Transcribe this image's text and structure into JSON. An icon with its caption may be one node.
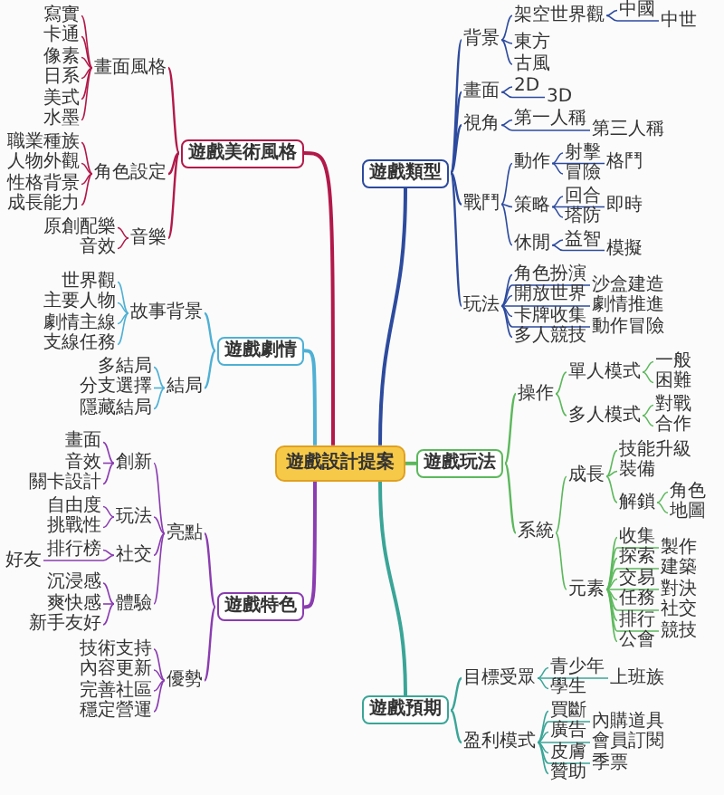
{
  "diagram": {
    "nodes": [
      {
        "text": [
          "遊戲設計提案"
        ]
      },
      {
        "text": [
          "遊戲類型"
        ]
      },
      {
        "text": [
          "背景"
        ]
      },
      {
        "text": [
          "架空世界觀"
        ]
      },
      {
        "text": [
          "中國"
        ]
      },
      {
        "text": [
          "中世"
        ]
      },
      {
        "text": [
          "東方"
        ]
      },
      {
        "text": [
          "古風"
        ]
      },
      {
        "text": [
          "畫面"
        ]
      },
      {
        "text": [
          "2D"
        ]
      },
      {
        "text": [
          "3D"
        ]
      },
      {
        "text": [
          "視角"
        ]
      },
      {
        "text": [
          "第一人稱"
        ]
      },
      {
        "text": [
          "第三人稱"
        ]
      },
      {
        "text": [
          "戰鬥"
        ]
      },
      {
        "text": [
          "動作"
        ]
      },
      {
        "text": [
          "射擊"
        ]
      },
      {
        "text": [
          "格鬥"
        ]
      },
      {
        "text": [
          "冒險"
        ]
      },
      {
        "text": [
          "策略"
        ]
      },
      {
        "text": [
          "回合"
        ]
      },
      {
        "text": [
          "即時"
        ]
      },
      {
        "text": [
          "塔防"
        ]
      },
      {
        "text": [
          "休閒"
        ]
      },
      {
        "text": [
          "益智"
        ]
      },
      {
        "text": [
          "模擬"
        ]
      },
      {
        "text": [
          "玩法"
        ]
      },
      {
        "text": [
          "角色扮演"
        ]
      },
      {
        "text": [
          "沙盒建造"
        ]
      },
      {
        "text": [
          "開放世界"
        ]
      },
      {
        "text": [
          "劇情推進"
        ]
      },
      {
        "text": [
          "卡牌收集"
        ]
      },
      {
        "text": [
          "動作冒險"
        ]
      },
      {
        "text": [
          "多人競技"
        ]
      },
      {
        "text": [
          "遊戲玩法"
        ]
      },
      {
        "text": [
          "操作"
        ]
      },
      {
        "text": [
          "單人模式"
        ]
      },
      {
        "text": [
          "一般"
        ]
      },
      {
        "text": [
          "困難"
        ]
      },
      {
        "text": [
          "多人模式"
        ]
      },
      {
        "text": [
          "對戰"
        ]
      },
      {
        "text": [
          "合作"
        ]
      },
      {
        "text": [
          "系統"
        ]
      },
      {
        "text": [
          "成長"
        ]
      },
      {
        "text": [
          "技能升級"
        ]
      },
      {
        "text": [
          "裝備"
        ]
      },
      {
        "text": [
          "解鎖"
        ]
      },
      {
        "text": [
          "角色"
        ]
      },
      {
        "text": [
          "地圖"
        ]
      },
      {
        "text": [
          "元素"
        ]
      },
      {
        "text": [
          "收集"
        ]
      },
      {
        "text": [
          "製作"
        ]
      },
      {
        "text": [
          "探索"
        ]
      },
      {
        "text": [
          "建築"
        ]
      },
      {
        "text": [
          "交易"
        ]
      },
      {
        "text": [
          "對決"
        ]
      },
      {
        "text": [
          "任務"
        ]
      },
      {
        "text": [
          "社交"
        ]
      },
      {
        "text": [
          "排行"
        ]
      },
      {
        "text": [
          "競技"
        ]
      },
      {
        "text": [
          "公會"
        ]
      },
      {
        "text": [
          "遊戲預期"
        ]
      },
      {
        "text": [
          "目標受眾"
        ]
      },
      {
        "text": [
          "青少年"
        ]
      },
      {
        "text": [
          "上班族"
        ]
      },
      {
        "text": [
          "學生"
        ]
      },
      {
        "text": [
          "盈利模式"
        ]
      },
      {
        "text": [
          "買斷"
        ]
      },
      {
        "text": [
          "內購道具"
        ]
      },
      {
        "text": [
          "廣告"
        ]
      },
      {
        "text": [
          "會員訂閱"
        ]
      },
      {
        "text": [
          "皮膚"
        ]
      },
      {
        "text": [
          "季票"
        ]
      },
      {
        "text": [
          "贊助"
        ]
      },
      {
        "text": [
          "遊戲美術風格"
        ]
      },
      {
        "text": [
          "畫面風格"
        ]
      },
      {
        "text": [
          "寫實"
        ]
      },
      {
        "text": [
          "卡通"
        ]
      },
      {
        "text": [
          "像素"
        ]
      },
      {
        "text": [
          "日系"
        ]
      },
      {
        "text": [
          "美式"
        ]
      },
      {
        "text": [
          "水墨"
        ]
      },
      {
        "text": [
          "角色設定"
        ]
      },
      {
        "text": [
          "職業種族"
        ]
      },
      {
        "text": [
          "人物外觀"
        ]
      },
      {
        "text": [
          "性格背景"
        ]
      },
      {
        "text": [
          "成長能力"
        ]
      },
      {
        "text": [
          "音樂"
        ]
      },
      {
        "text": [
          "原創配樂"
        ]
      },
      {
        "text": [
          "音效"
        ]
      },
      {
        "text": [
          "遊戲劇情"
        ]
      },
      {
        "text": [
          "故事背景"
        ]
      },
      {
        "text": [
          "世界觀"
        ]
      },
      {
        "text": [
          "主要人物"
        ]
      },
      {
        "text": [
          "劇情主線"
        ]
      },
      {
        "text": [
          "支線任務"
        ]
      },
      {
        "text": [
          "結局"
        ]
      },
      {
        "text": [
          "多結局"
        ]
      },
      {
        "text": [
          "分支選擇"
        ]
      },
      {
        "text": [
          "隱藏結局"
        ]
      },
      {
        "text": [
          "遊戲特色"
        ]
      },
      {
        "text": [
          "亮點"
        ]
      },
      {
        "text": [
          "創新"
        ]
      },
      {
        "text": [
          "畫面"
        ]
      },
      {
        "text": [
          "音效"
        ]
      },
      {
        "text": [
          "關卡設計"
        ]
      },
      {
        "text": [
          "玩法"
        ]
      },
      {
        "text": [
          "自由度"
        ]
      },
      {
        "text": [
          "挑戰性"
        ]
      },
      {
        "text": [
          "社交"
        ]
      },
      {
        "text": [
          "排行榜"
        ]
      },
      {
        "text": [
          "好友"
        ]
      },
      {
        "text": [
          "體驗"
        ]
      },
      {
        "text": [
          "沉浸感"
        ]
      },
      {
        "text": [
          "爽快感"
        ]
      },
      {
        "text": [
          "新手友好"
        ]
      },
      {
        "text": [
          "優勢"
        ]
      },
      {
        "text": [
          "技術支持"
        ]
      },
      {
        "text": [
          "內容更新"
        ]
      },
      {
        "text": [
          "完善社區"
        ]
      },
      {
        "text": [
          "穩定營運"
        ]
      }
    ],
    "edges": [
      {
        "from": 0,
        "to": 1,
        "arrow": "none",
        "color": "#2d4b9e"
      },
      {
        "from": 1,
        "to": 2,
        "arrow": "none",
        "color": "#2d4b9e"
      },
      {
        "from": 2,
        "to": 3,
        "arrow": "none",
        "color": "#2d4b9e"
      },
      {
        "from": 3,
        "to": 4,
        "arrow": "none",
        "color": "#2d4b9e"
      },
      {
        "from": 3,
        "to": 5,
        "arrow": "none",
        "color": "#2d4b9e"
      },
      {
        "from": 2,
        "to": 6,
        "arrow": "none",
        "color": "#2d4b9e"
      },
      {
        "from": 2,
        "to": 7,
        "arrow": "none",
        "color": "#2d4b9e"
      },
      {
        "from": 1,
        "to": 8,
        "arrow": "none",
        "color": "#2d4b9e"
      },
      {
        "from": 8,
        "to": 9,
        "arrow": "none",
        "color": "#2d4b9e"
      },
      {
        "from": 8,
        "to": 10,
        "arrow": "none",
        "color": "#2d4b9e"
      },
      {
        "from": 1,
        "to": 11,
        "arrow": "none",
        "color": "#2d4b9e"
      },
      {
        "from": 11,
        "to": 12,
        "arrow": "none",
        "color": "#2d4b9e"
      },
      {
        "from": 11,
        "to": 13,
        "arrow": "none",
        "color": "#2d4b9e"
      },
      {
        "from": 1,
        "to": 14,
        "arrow": "none",
        "color": "#2d4b9e"
      },
      {
        "from": 14,
        "to": 15,
        "arrow": "none",
        "color": "#2d4b9e"
      },
      {
        "from": 15,
        "to": 16,
        "arrow": "none",
        "color": "#2d4b9e"
      },
      {
        "from": 15,
        "to": 17,
        "arrow": "none",
        "color": "#2d4b9e"
      },
      {
        "from": 15,
        "to": 18,
        "arrow": "none",
        "color": "#2d4b9e"
      },
      {
        "from": 14,
        "to": 19,
        "arrow": "none",
        "color": "#2d4b9e"
      },
      {
        "from": 19,
        "to": 20,
        "arrow": "none",
        "color": "#2d4b9e"
      },
      {
        "from": 19,
        "to": 21,
        "arrow": "none",
        "color": "#2d4b9e"
      },
      {
        "from": 19,
        "to": 22,
        "arrow": "none",
        "color": "#2d4b9e"
      },
      {
        "from": 14,
        "to": 23,
        "arrow": "none",
        "color": "#2d4b9e"
      },
      {
        "from": 23,
        "to": 24,
        "arrow": "none",
        "color": "#2d4b9e"
      },
      {
        "from": 23,
        "to": 25,
        "arrow": "none",
        "color": "#2d4b9e"
      },
      {
        "from": 1,
        "to": 26,
        "arrow": "none",
        "color": "#2d4b9e"
      },
      {
        "from": 26,
        "to": 27,
        "arrow": "none",
        "color": "#2d4b9e"
      },
      {
        "from": 26,
        "to": 28,
        "arrow": "none",
        "color": "#2d4b9e"
      },
      {
        "from": 26,
        "to": 29,
        "arrow": "none",
        "color": "#2d4b9e"
      },
      {
        "from": 26,
        "to": 30,
        "arrow": "none",
        "color": "#2d4b9e"
      },
      {
        "from": 26,
        "to": 31,
        "arrow": "none",
        "color": "#2d4b9e"
      },
      {
        "from": 26,
        "to": 32,
        "arrow": "none",
        "color": "#2d4b9e"
      },
      {
        "from": 26,
        "to": 33,
        "arrow": "none",
        "color": "#2d4b9e"
      },
      {
        "from": 0,
        "to": 34,
        "arrow": "none",
        "color": "#5cb85c"
      },
      {
        "from": 34,
        "to": 35,
        "arrow": "none",
        "color": "#5cb85c"
      },
      {
        "from": 35,
        "to": 36,
        "arrow": "none",
        "color": "#5cb85c"
      },
      {
        "from": 36,
        "to": 37,
        "arrow": "none",
        "color": "#5cb85c"
      },
      {
        "from": 36,
        "to": 38,
        "arrow": "none",
        "color": "#5cb85c"
      },
      {
        "from": 35,
        "to": 39,
        "arrow": "none",
        "color": "#5cb85c"
      },
      {
        "from": 39,
        "to": 40,
        "arrow": "none",
        "color": "#5cb85c"
      },
      {
        "from": 39,
        "to": 41,
        "arrow": "none",
        "color": "#5cb85c"
      },
      {
        "from": 34,
        "to": 42,
        "arrow": "none",
        "color": "#5cb85c"
      },
      {
        "from": 42,
        "to": 43,
        "arrow": "none",
        "color": "#5cb85c"
      },
      {
        "from": 43,
        "to": 44,
        "arrow": "none",
        "color": "#5cb85c"
      },
      {
        "from": 43,
        "to": 45,
        "arrow": "none",
        "color": "#5cb85c"
      },
      {
        "from": 43,
        "to": 46,
        "arrow": "none",
        "color": "#5cb85c"
      },
      {
        "from": 46,
        "to": 47,
        "arrow": "none",
        "color": "#5cb85c"
      },
      {
        "from": 46,
        "to": 48,
        "arrow": "none",
        "color": "#5cb85c"
      },
      {
        "from": 42,
        "to": 49,
        "arrow": "none",
        "color": "#5cb85c"
      },
      {
        "from": 49,
        "to": 50,
        "arrow": "none",
        "color": "#5cb85c"
      },
      {
        "from": 49,
        "to": 51,
        "arrow": "none",
        "color": "#5cb85c"
      },
      {
        "from": 49,
        "to": 52,
        "arrow": "none",
        "color": "#5cb85c"
      },
      {
        "from": 49,
        "to": 53,
        "arrow": "none",
        "color": "#5cb85c"
      },
      {
        "from": 49,
        "to": 54,
        "arrow": "none",
        "color": "#5cb85c"
      },
      {
        "from": 49,
        "to": 55,
        "arrow": "none",
        "color": "#5cb85c"
      },
      {
        "from": 49,
        "to": 56,
        "arrow": "none",
        "color": "#5cb85c"
      },
      {
        "from": 49,
        "to": 57,
        "arrow": "none",
        "color": "#5cb85c"
      },
      {
        "from": 49,
        "to": 58,
        "arrow": "none",
        "color": "#5cb85c"
      },
      {
        "from": 49,
        "to": 59,
        "arrow": "none",
        "color": "#5cb85c"
      },
      {
        "from": 49,
        "to": 60,
        "arrow": "none",
        "color": "#5cb85c"
      },
      {
        "from": 0,
        "to": 61,
        "arrow": "none",
        "color": "#3aa597"
      },
      {
        "from": 61,
        "to": 62,
        "arrow": "none",
        "color": "#3aa597"
      },
      {
        "from": 62,
        "to": 63,
        "arrow": "none",
        "color": "#3aa597"
      },
      {
        "from": 62,
        "to": 64,
        "arrow": "none",
        "color": "#3aa597"
      },
      {
        "from": 62,
        "to": 65,
        "arrow": "none",
        "color": "#3aa597"
      },
      {
        "from": 61,
        "to": 66,
        "arrow": "none",
        "color": "#3aa597"
      },
      {
        "from": 66,
        "to": 67,
        "arrow": "none",
        "color": "#3aa597"
      },
      {
        "from": 66,
        "to": 68,
        "arrow": "none",
        "color": "#3aa597"
      },
      {
        "from": 66,
        "to": 69,
        "arrow": "none",
        "color": "#3aa597"
      },
      {
        "from": 66,
        "to": 70,
        "arrow": "none",
        "color": "#3aa597"
      },
      {
        "from": 66,
        "to": 71,
        "arrow": "none",
        "color": "#3aa597"
      },
      {
        "from": 66,
        "to": 72,
        "arrow": "none",
        "color": "#3aa597"
      },
      {
        "from": 66,
        "to": 73,
        "arrow": "none",
        "color": "#3aa597"
      },
      {
        "from": 0,
        "to": 74,
        "arrow": "none",
        "color": "#b2194a"
      },
      {
        "from": 74,
        "to": 75,
        "arrow": "none",
        "color": "#b2194a"
      },
      {
        "from": 75,
        "to": 76,
        "arrow": "none",
        "color": "#b2194a"
      },
      {
        "from": 75,
        "to": 77,
        "arrow": "none",
        "color": "#b2194a"
      },
      {
        "from": 75,
        "to": 78,
        "arrow": "none",
        "color": "#b2194a"
      },
      {
        "from": 75,
        "to": 79,
        "arrow": "none",
        "color": "#b2194a"
      },
      {
        "from": 75,
        "to": 80,
        "arrow": "none",
        "color": "#b2194a"
      },
      {
        "from": 75,
        "to": 81,
        "arrow": "none",
        "color": "#b2194a"
      },
      {
        "from": 74,
        "to": 82,
        "arrow": "none",
        "color": "#b2194a"
      },
      {
        "from": 82,
        "to": 83,
        "arrow": "none",
        "color": "#b2194a"
      },
      {
        "from": 82,
        "to": 84,
        "arrow": "none",
        "color": "#b2194a"
      },
      {
        "from": 82,
        "to": 85,
        "arrow": "none",
        "color": "#b2194a"
      },
      {
        "from": 82,
        "to": 86,
        "arrow": "none",
        "color": "#b2194a"
      },
      {
        "from": 74,
        "to": 87,
        "arrow": "none",
        "color": "#b2194a"
      },
      {
        "from": 87,
        "to": 88,
        "arrow": "none",
        "color": "#b2194a"
      },
      {
        "from": 87,
        "to": 89,
        "arrow": "none",
        "color": "#b2194a"
      },
      {
        "from": 0,
        "to": 90,
        "arrow": "none",
        "color": "#4fb0d4"
      },
      {
        "from": 90,
        "to": 91,
        "arrow": "none",
        "color": "#4fb0d4"
      },
      {
        "from": 91,
        "to": 92,
        "arrow": "none",
        "color": "#4fb0d4"
      },
      {
        "from": 91,
        "to": 93,
        "arrow": "none",
        "color": "#4fb0d4"
      },
      {
        "from": 91,
        "to": 94,
        "arrow": "none",
        "color": "#4fb0d4"
      },
      {
        "from": 91,
        "to": 95,
        "arrow": "none",
        "color": "#4fb0d4"
      },
      {
        "from": 90,
        "to": 96,
        "arrow": "none",
        "color": "#4fb0d4"
      },
      {
        "from": 96,
        "to": 97,
        "arrow": "none",
        "color": "#4fb0d4"
      },
      {
        "from": 96,
        "to": 98,
        "arrow": "none",
        "color": "#4fb0d4"
      },
      {
        "from": 96,
        "to": 99,
        "arrow": "none",
        "color": "#4fb0d4"
      },
      {
        "from": 0,
        "to": 100,
        "arrow": "none",
        "color": "#8a3cb0"
      },
      {
        "from": 100,
        "to": 101,
        "arrow": "none",
        "color": "#8a3cb0"
      },
      {
        "from": 101,
        "to": 102,
        "arrow": "none",
        "color": "#8a3cb0"
      },
      {
        "from": 102,
        "to": 103,
        "arrow": "none",
        "color": "#8a3cb0"
      },
      {
        "from": 102,
        "to": 104,
        "arrow": "none",
        "color": "#8a3cb0"
      },
      {
        "from": 102,
        "to": 105,
        "arrow": "none",
        "color": "#8a3cb0"
      },
      {
        "from": 101,
        "to": 106,
        "arrow": "none",
        "color": "#8a3cb0"
      },
      {
        "from": 106,
        "to": 107,
        "arrow": "none",
        "color": "#8a3cb0"
      },
      {
        "from": 106,
        "to": 108,
        "arrow": "none",
        "color": "#8a3cb0"
      },
      {
        "from": 101,
        "to": 109,
        "arrow": "none",
        "color": "#8a3cb0"
      },
      {
        "from": 109,
        "to": 110,
        "arrow": "none",
        "color": "#8a3cb0"
      },
      {
        "from": 109,
        "to": 111,
        "arrow": "none",
        "color": "#8a3cb0"
      },
      {
        "from": 101,
        "to": 112,
        "arrow": "none",
        "color": "#8a3cb0"
      },
      {
        "from": 112,
        "to": 113,
        "arrow": "none",
        "color": "#8a3cb0"
      },
      {
        "from": 112,
        "to": 114,
        "arrow": "none",
        "color": "#8a3cb0"
      },
      {
        "from": 112,
        "to": 115,
        "arrow": "none",
        "color": "#8a3cb0"
      },
      {
        "from": 100,
        "to": 116,
        "arrow": "none",
        "color": "#8a3cb0"
      },
      {
        "from": 116,
        "to": 117,
        "arrow": "none",
        "color": "#8a3cb0"
      },
      {
        "from": 116,
        "to": 118,
        "arrow": "none",
        "color": "#8a3cb0"
      },
      {
        "from": 116,
        "to": 119,
        "arrow": "none",
        "color": "#8a3cb0"
      },
      {
        "from": 116,
        "to": 120,
        "arrow": "none",
        "color": "#8a3cb0"
      }
    ]
  }
}
